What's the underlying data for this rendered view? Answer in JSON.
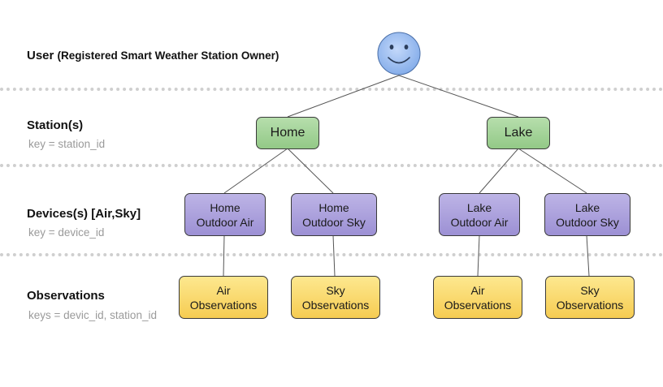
{
  "levels": {
    "user": {
      "title": "User",
      "subtitle": "(Registered Smart Weather Station Owner)"
    },
    "station": {
      "title": "Station(s)",
      "key": "key = station_id"
    },
    "device": {
      "title": "Devices(s) [Air,Sky]",
      "key": "key = device_id"
    },
    "observation": {
      "title": "Observations",
      "key": "keys = devic_id, station_id"
    }
  },
  "user_node": {
    "icon": "smiley-face-icon"
  },
  "stations": [
    {
      "label": "Home"
    },
    {
      "label": "Lake"
    }
  ],
  "devices": [
    {
      "line1": "Home",
      "line2": "Outdoor Air"
    },
    {
      "line1": "Home",
      "line2": "Outdoor Sky"
    },
    {
      "line1": "Lake",
      "line2": "Outdoor Air"
    },
    {
      "line1": "Lake",
      "line2": "Outdoor Sky"
    }
  ],
  "observations": [
    {
      "line1": "Air",
      "line2": "Observations"
    },
    {
      "line1": "Sky",
      "line2": "Observations"
    },
    {
      "line1": "Air",
      "line2": "Observations"
    },
    {
      "line1": "Sky",
      "line2": "Observations"
    }
  ],
  "colors": {
    "station_fill": "#a6d49a",
    "device_fill": "#ada3dd",
    "observation_fill": "#fad96e",
    "user_fill": "#9fc0f2",
    "separator": "#cfcfcf",
    "key_text": "#9a9a9a"
  }
}
